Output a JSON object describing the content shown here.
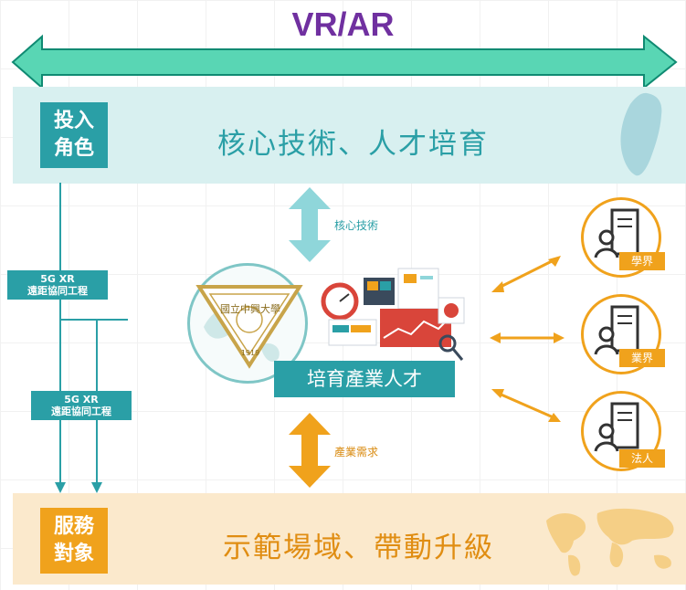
{
  "title": "VR/AR",
  "top_band": {
    "role": [
      "投入",
      "角色"
    ],
    "text": "核心技術、人才培育"
  },
  "bottom_band": {
    "role": [
      "服務",
      "對象"
    ],
    "text": "示範場域、帶動升級"
  },
  "left_flow": {
    "label1": [
      "5G XR",
      "遠距協同工程"
    ],
    "label2": [
      "5G XR",
      "遠距協同工程"
    ]
  },
  "center": {
    "top_arrow_label": "核心技術",
    "bottom_arrow_label": "產業需求",
    "talent_label": "培育產業人才",
    "seal_text": "國立中興大學",
    "seal_year": "1919"
  },
  "orgs": [
    "學界",
    "業界",
    "法人"
  ],
  "colors": {
    "teal": "#2a9fa6",
    "orange": "#f0a21c",
    "purple": "#7030a0",
    "light_teal": "#d8f0f0",
    "light_orange": "#fbe9cc",
    "arrow_green": "#59d6b4"
  }
}
